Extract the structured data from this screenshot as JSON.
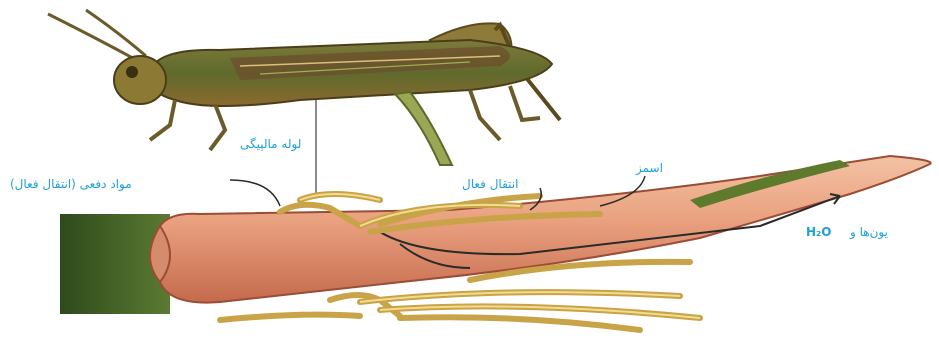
{
  "labels": {
    "malpighian_tubule": "لوله مالپیگی",
    "secretion": "مواد دفعی (انتقال فعال)",
    "active_transport": "انتقال فعال",
    "osmosis": "اسمز",
    "ions_water": "یون‌ها و",
    "water_formula": "H₂O"
  },
  "colors": {
    "label": "#1f9fd8",
    "intestine_fill": "#e9a07e",
    "intestine_shade": "#c46a4d",
    "tubule": "#e2c36a",
    "green_tissue": "#3e5a24"
  }
}
